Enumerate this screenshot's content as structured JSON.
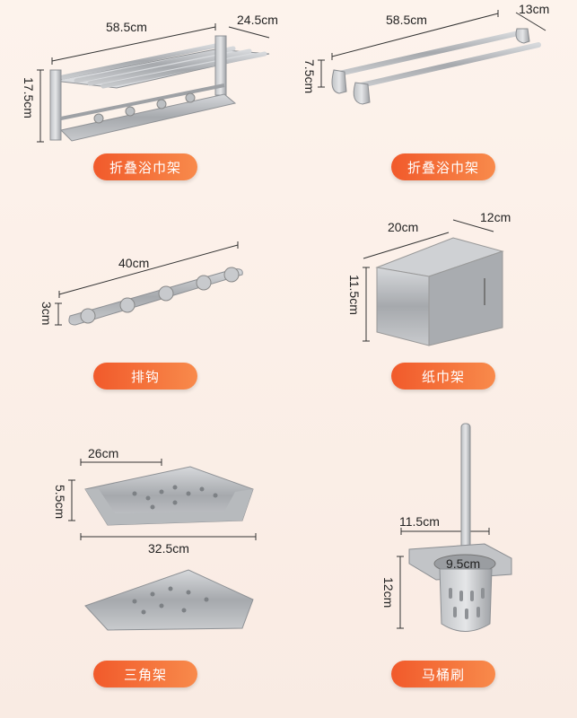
{
  "products": [
    {
      "label": "折叠浴巾架",
      "dims": {
        "w": "58.5cm",
        "d": "24.5cm",
        "h": "17.5cm"
      }
    },
    {
      "label": "折叠浴巾架",
      "dims": {
        "w": "58.5cm",
        "d": "13cm",
        "h": "7.5cm"
      }
    },
    {
      "label": "排钩",
      "dims": {
        "w": "40cm",
        "h": "3cm"
      }
    },
    {
      "label": "纸巾架",
      "dims": {
        "w": "20cm",
        "d": "12cm",
        "h": "11.5cm"
      }
    },
    {
      "label": "三角架",
      "dims": {
        "w": "26cm",
        "h": "5.5cm",
        "d": "32.5cm"
      }
    },
    {
      "label": "马桶刷",
      "dims": {
        "w": "11.5cm",
        "inner": "9.5cm",
        "h": "12cm"
      }
    }
  ],
  "colors": {
    "accent": "#f15a2b",
    "accent2": "#f88a4b",
    "metal": "#a9acb0",
    "bg": "#fbeee6"
  }
}
